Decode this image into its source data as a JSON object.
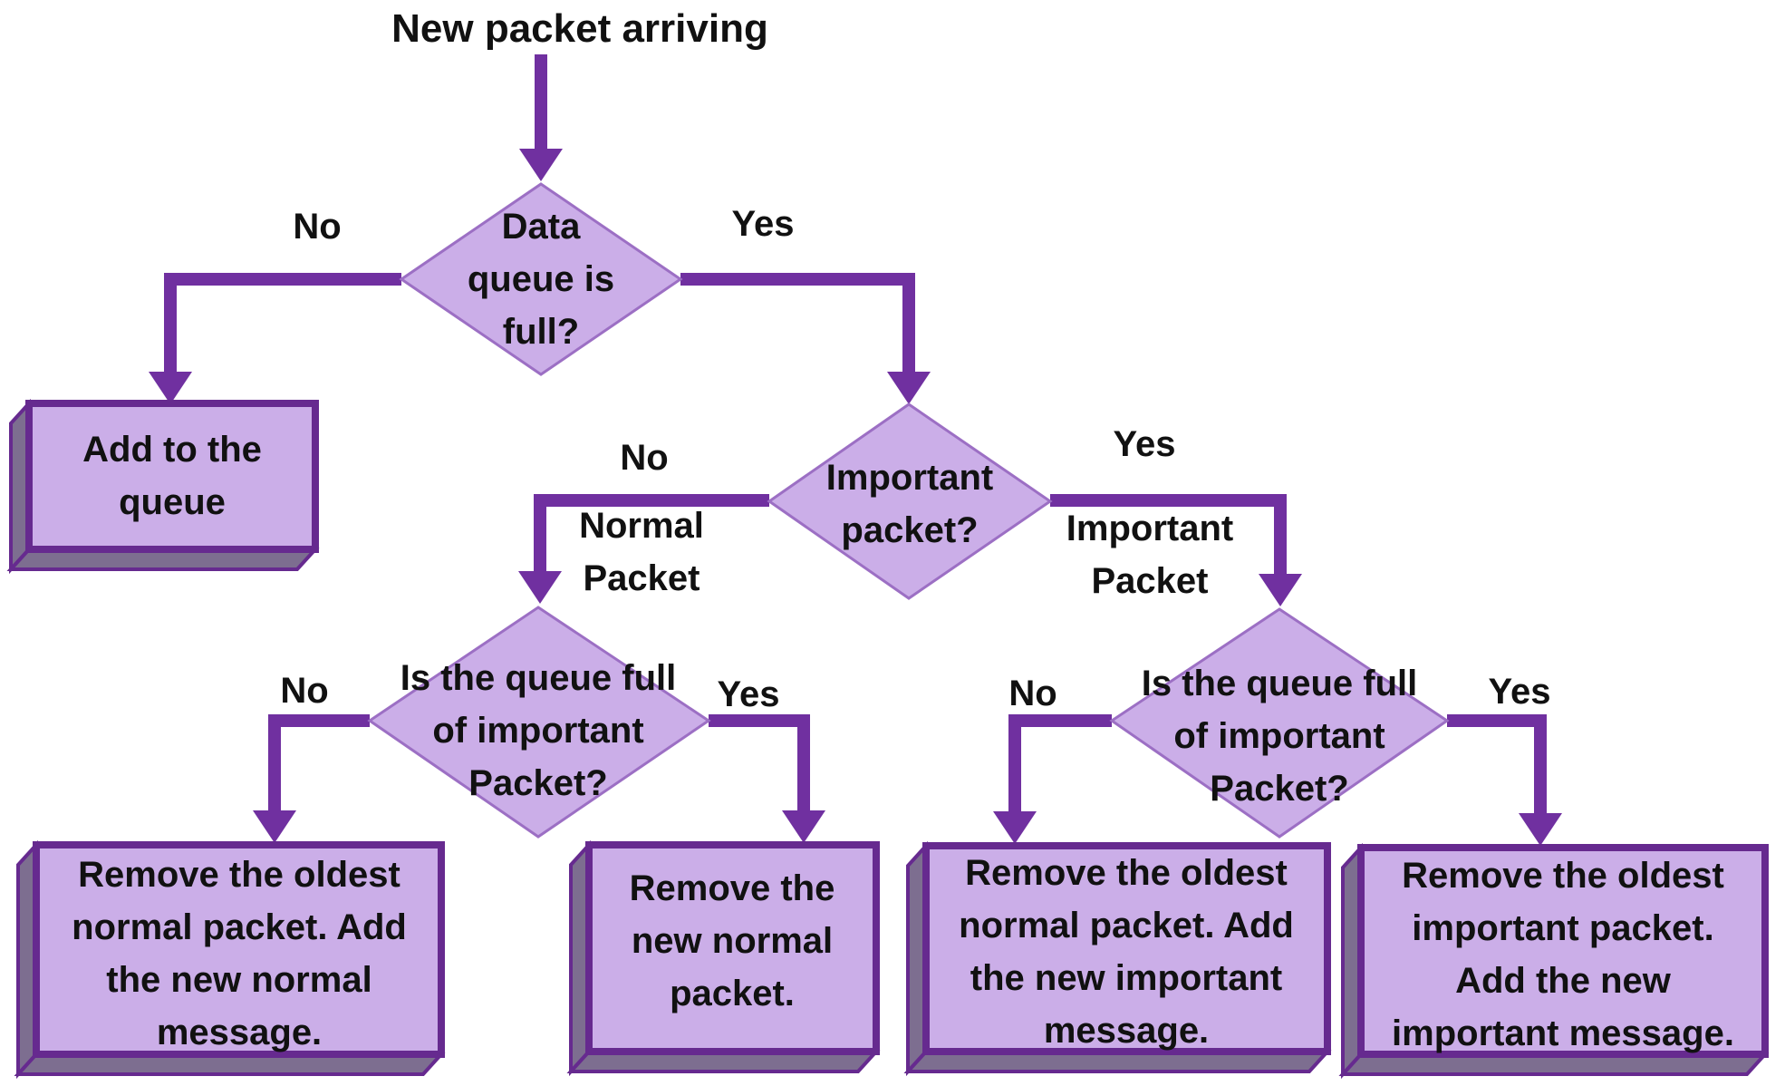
{
  "colors": {
    "line": "#7030a0",
    "shape_fill": "#cbaee8",
    "shape_border": "#9c6fc4",
    "box_border": "#662a8f",
    "box_side": "#7d6e90",
    "text": "#111111",
    "background": "#ffffff"
  },
  "title": "New packet arriving",
  "decisions": {
    "d1": {
      "question": "Data\nqueue is\nfull?",
      "no": "No",
      "yes": "Yes"
    },
    "d2": {
      "question": "Important\npacket?",
      "no": "No",
      "no_sub": "Normal\nPacket",
      "yes": "Yes",
      "yes_sub": "Important\nPacket"
    },
    "d3": {
      "question": "Is the queue full\nof important\nPacket?",
      "no": "No",
      "yes": "Yes"
    },
    "d4": {
      "question": "Is the queue full\nof important\nPacket?",
      "no": "No",
      "yes": "Yes"
    }
  },
  "actions": {
    "add_to_queue": "Add to the\nqueue",
    "remove_oldest_normal_add_normal": "Remove the oldest\nnormal packet. Add\nthe new normal\nmessage.",
    "remove_new_normal": "Remove the\nnew normal\npacket.",
    "remove_oldest_normal_add_important": "Remove the oldest\nnormal packet. Add\nthe new important\nmessage.",
    "remove_oldest_important_add_important": "Remove the oldest\nimportant packet.\nAdd the new\nimportant message."
  }
}
